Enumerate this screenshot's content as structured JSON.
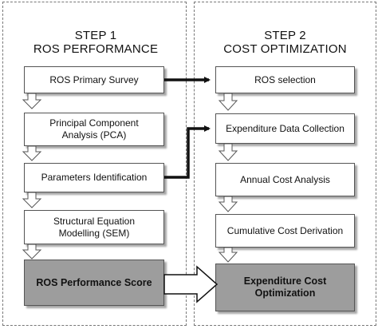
{
  "step1": {
    "title_line1": "STEP 1",
    "title_line2": "ROS PERFORMANCE"
  },
  "step2": {
    "title_line1": "STEP 2",
    "title_line2": "COST OPTIMIZATION"
  },
  "step1_boxes": [
    "ROS Primary Survey",
    "Principal Component\nAnalysis (PCA)",
    "Parameters Identification",
    "Structural Equation\nModelling (SEM)",
    "ROS Performance Score"
  ],
  "step2_boxes": [
    "ROS selection",
    "Expenditure Data Collection",
    "Annual Cost Analysis",
    "Cumulative Cost Derivation",
    "Expenditure Cost\nOptimization"
  ],
  "colors": {
    "highlight_box": "#9d9d9d",
    "border": "#555555",
    "arrow": "#111111"
  }
}
